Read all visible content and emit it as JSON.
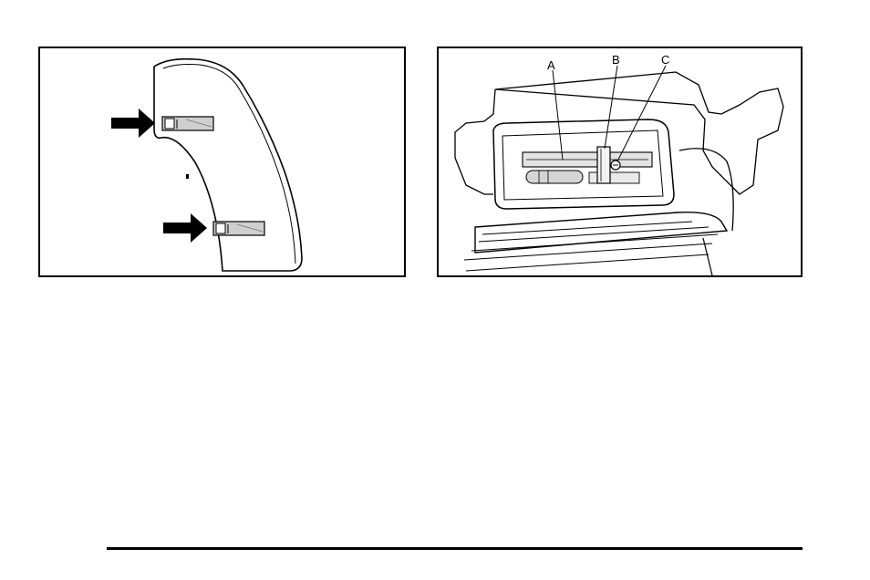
{
  "figures": [
    {
      "callouts": []
    },
    {
      "callouts": [
        "A",
        "B",
        "C"
      ]
    }
  ],
  "colors": {
    "line": "#000000",
    "background": "#ffffff",
    "shade": "#d9d9d9"
  }
}
